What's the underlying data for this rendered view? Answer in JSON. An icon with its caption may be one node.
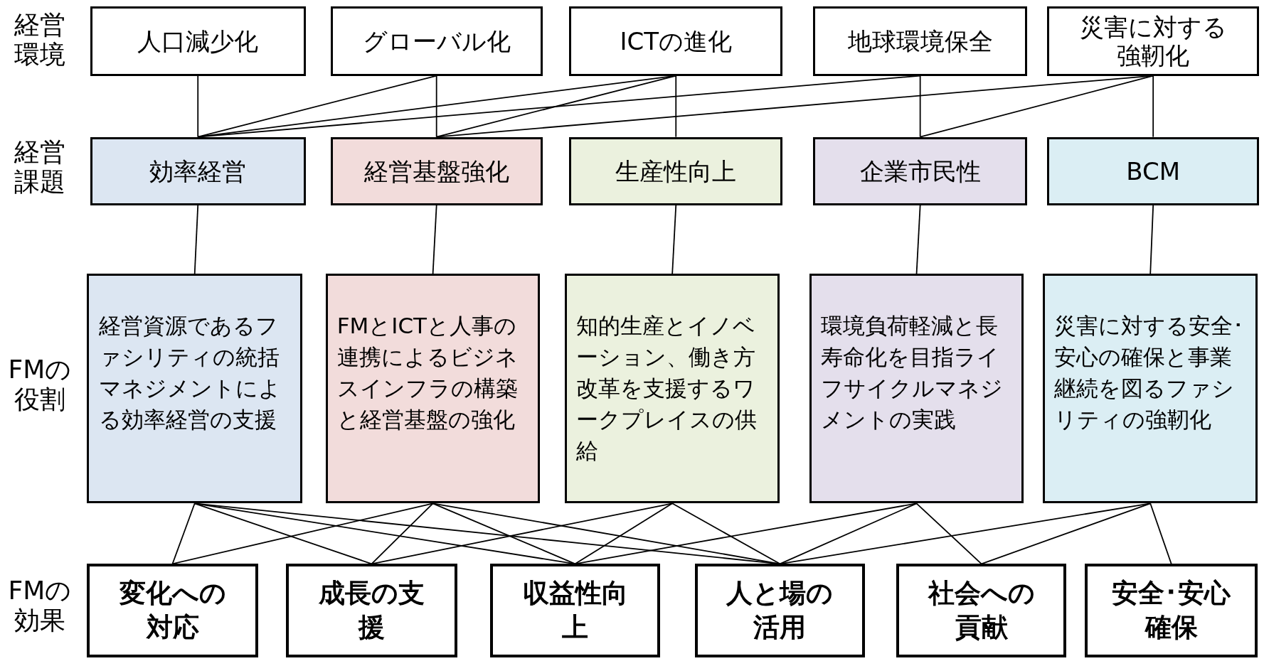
{
  "diagram": {
    "nodes": [
      {
        "text": [
          "人口減少化"
        ]
      },
      {
        "text": [
          "グローバル化"
        ]
      },
      {
        "text": [
          "ICTの進化"
        ]
      },
      {
        "text": [
          "地球環境保全"
        ]
      },
      {
        "text": [
          "災害に対する強靭化"
        ]
      },
      {
        "text": [
          "効率経営"
        ]
      },
      {
        "text": [
          "経営基盤強化"
        ]
      },
      {
        "text": [
          "生産性向上"
        ]
      },
      {
        "text": [
          "企業市民性"
        ]
      },
      {
        "text": [
          "BCM"
        ]
      },
      {
        "text": [
          "経営資源であるファシリティの統括マネジメントによる効率経営の支援"
        ]
      },
      {
        "text": [
          "FMとICTと人事の連携によるビジネスインフラの構築と経営基盤の強化"
        ]
      },
      {
        "text": [
          "知的生産とイノベーション、働き方改革を支援するワークプレイスの供給"
        ]
      },
      {
        "text": [
          "環境負荷軽減と長寿命化を目指ライフサイクルマネジメントの実践"
        ]
      },
      {
        "text": [
          "災害に対する安全･安心の確保と事業継続を図るファシリティの強靭化"
        ]
      },
      {
        "text": [
          "変化への対応"
        ]
      },
      {
        "text": [
          "成長の支援"
        ]
      },
      {
        "text": [
          "収益性向上"
        ]
      },
      {
        "text": [
          "人と場の活用"
        ]
      },
      {
        "text": [
          "社会への貢献"
        ]
      },
      {
        "text": [
          "安全･安心確保"
        ]
      }
    ],
    "edges": [
      {
        "from": 0,
        "to": 5,
        "arrow": "none"
      },
      {
        "from": 1,
        "to": 5,
        "arrow": "none"
      },
      {
        "from": 1,
        "to": 6,
        "arrow": "none"
      },
      {
        "from": 2,
        "to": 5,
        "arrow": "none"
      },
      {
        "from": 2,
        "to": 6,
        "arrow": "none"
      },
      {
        "from": 2,
        "to": 7,
        "arrow": "none"
      },
      {
        "from": 3,
        "to": 5,
        "arrow": "none"
      },
      {
        "from": 3,
        "to": 8,
        "arrow": "none"
      },
      {
        "from": 4,
        "to": 6,
        "arrow": "none"
      },
      {
        "from": 4,
        "to": 8,
        "arrow": "none"
      },
      {
        "from": 4,
        "to": 9,
        "arrow": "none"
      },
      {
        "from": 5,
        "to": 10,
        "arrow": "none"
      },
      {
        "from": 6,
        "to": 11,
        "arrow": "none"
      },
      {
        "from": 7,
        "to": 12,
        "arrow": "none"
      },
      {
        "from": 8,
        "to": 13,
        "arrow": "none"
      },
      {
        "from": 9,
        "to": 14,
        "arrow": "none"
      },
      {
        "from": 10,
        "to": 15,
        "arrow": "none"
      },
      {
        "from": 10,
        "to": 16,
        "arrow": "none"
      },
      {
        "from": 10,
        "to": 17,
        "arrow": "none"
      },
      {
        "from": 10,
        "to": 18,
        "arrow": "none"
      },
      {
        "from": 11,
        "to": 15,
        "arrow": "none"
      },
      {
        "from": 11,
        "to": 16,
        "arrow": "none"
      },
      {
        "from": 11,
        "to": 17,
        "arrow": "none"
      },
      {
        "from": 11,
        "to": 18,
        "arrow": "none"
      },
      {
        "from": 12,
        "to": 16,
        "arrow": "none"
      },
      {
        "from": 12,
        "to": 17,
        "arrow": "none"
      },
      {
        "from": 12,
        "to": 18,
        "arrow": "none"
      },
      {
        "from": 13,
        "to": 17,
        "arrow": "none"
      },
      {
        "from": 13,
        "to": 18,
        "arrow": "none"
      },
      {
        "from": 13,
        "to": 19,
        "arrow": "none"
      },
      {
        "from": 14,
        "to": 18,
        "arrow": "none"
      },
      {
        "from": 14,
        "to": 19,
        "arrow": "none"
      },
      {
        "from": 14,
        "to": 20,
        "arrow": "none"
      }
    ],
    "labels": [
      "経営環境",
      "経営課題",
      "FMの役割",
      "FMの効果"
    ]
  }
}
